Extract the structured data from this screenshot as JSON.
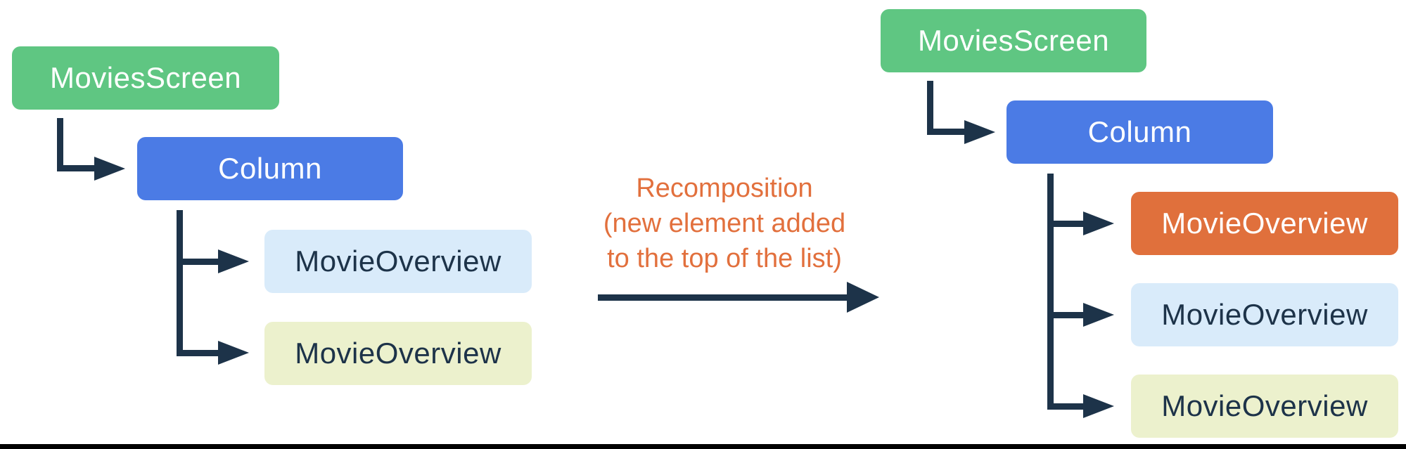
{
  "diagram": {
    "title_none_visible": "",
    "trees": {
      "before": {
        "root": {
          "label": "MoviesScreen"
        },
        "column": {
          "label": "Column"
        },
        "children": [
          {
            "label": "MovieOverview",
            "variant": "light-blue"
          },
          {
            "label": "MovieOverview",
            "variant": "pale-yellow"
          }
        ]
      },
      "after": {
        "root": {
          "label": "MoviesScreen"
        },
        "column": {
          "label": "Column"
        },
        "children": [
          {
            "label": "MovieOverview",
            "variant": "orange-new"
          },
          {
            "label": "MovieOverview",
            "variant": "light-blue"
          },
          {
            "label": "MovieOverview",
            "variant": "pale-yellow"
          }
        ]
      }
    },
    "annotation": {
      "lines": [
        "Recomposition",
        "(new element added",
        "to the top of the list)"
      ]
    },
    "colors": {
      "root_green": "#5fc682",
      "column_blue": "#4b7be5",
      "child_light_blue": "#d9ebfa",
      "child_pale_yellow": "#ecf1cd",
      "new_child_orange": "#e0703c",
      "annotation_text_orange": "#e2703d",
      "connector_navy": "#1d3349",
      "bottom_bar_black": "#000000"
    }
  }
}
